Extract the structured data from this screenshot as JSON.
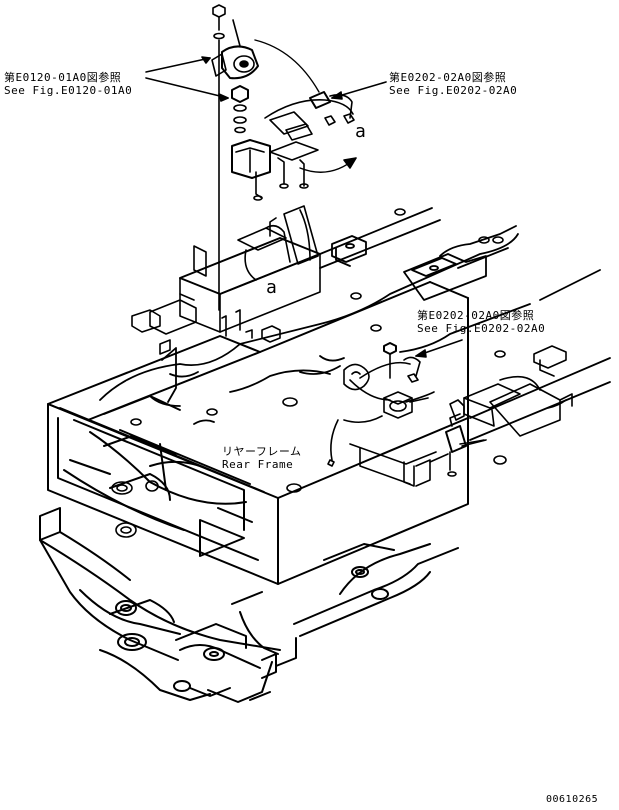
{
  "references": {
    "top_left_jp": "第E0120-01A0図参照",
    "top_left_en": "See Fig.E0120-01A0",
    "top_right_jp": "第E0202-02A0図参照",
    "top_right_en": "See Fig.E0202-02A0",
    "middle_right_jp": "第E0202-02A0図参照",
    "middle_right_en": "See Fig.E0202-02A0"
  },
  "view_markers": {
    "upper": "a",
    "lower": "a"
  },
  "frame_label": {
    "jp": "リヤーフレーム",
    "en": "Rear Frame"
  },
  "drawing_code": "00610265",
  "colors": {
    "ink": "#000000",
    "paper": "#ffffff"
  }
}
